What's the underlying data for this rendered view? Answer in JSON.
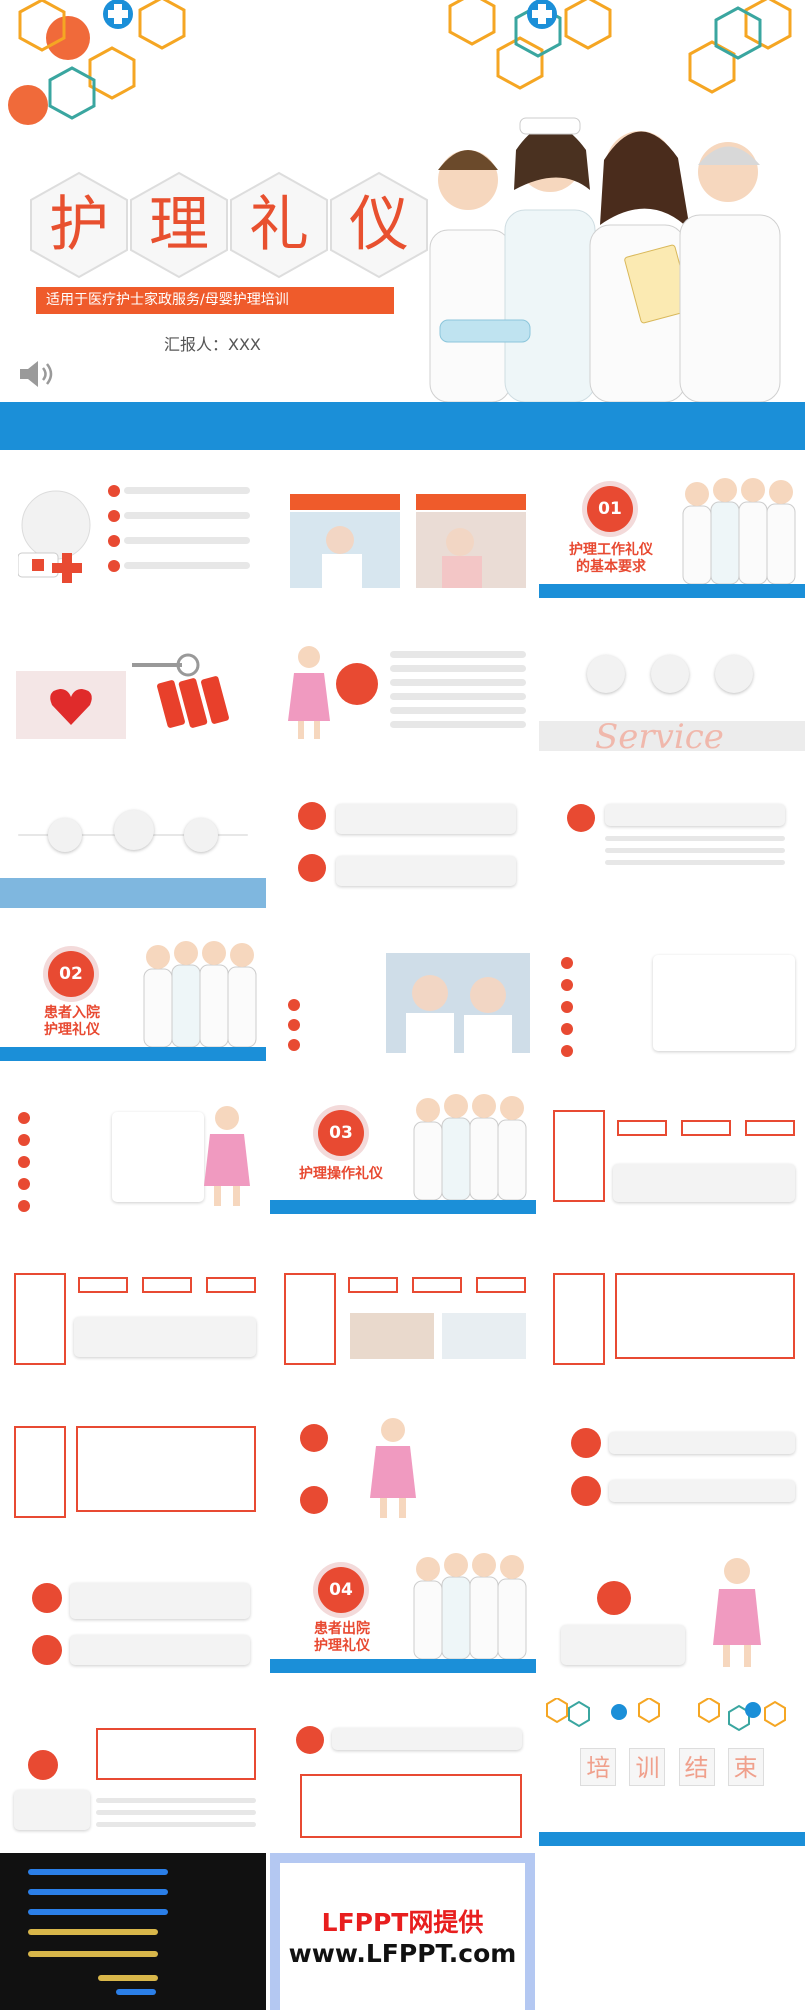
{
  "hero": {
    "title_chars": [
      "护",
      "理",
      "礼",
      "仪"
    ],
    "subtitle": "适用于医疗护士家政服务/母婴护理培训",
    "reporter": "汇报人：XXX"
  },
  "sections": [
    {
      "number": "01",
      "title_line1": "护理工作礼仪",
      "title_line2": "的基本要求"
    },
    {
      "number": "02",
      "title_line1": "患者入院",
      "title_line2": "护理礼仪"
    },
    {
      "number": "03",
      "title_line1": "护理操作礼仪",
      "title_line2": ""
    },
    {
      "number": "04",
      "title_line1": "患者出院",
      "title_line2": "护理礼仪"
    }
  ],
  "service_word": "Service",
  "ending": {
    "chars": [
      "培",
      "训",
      "结",
      "束"
    ]
  },
  "footer": {
    "lfppt_line1": "LFPPT网提供",
    "lfppt_line2": "www.LFPPT.com"
  },
  "colors": {
    "accent_red": "#e84a32",
    "accent_orange": "#ef5b2b",
    "band_blue": "#1b8fd8",
    "hex_orange": "#f5a623",
    "hex_teal": "#3aa6a0"
  }
}
